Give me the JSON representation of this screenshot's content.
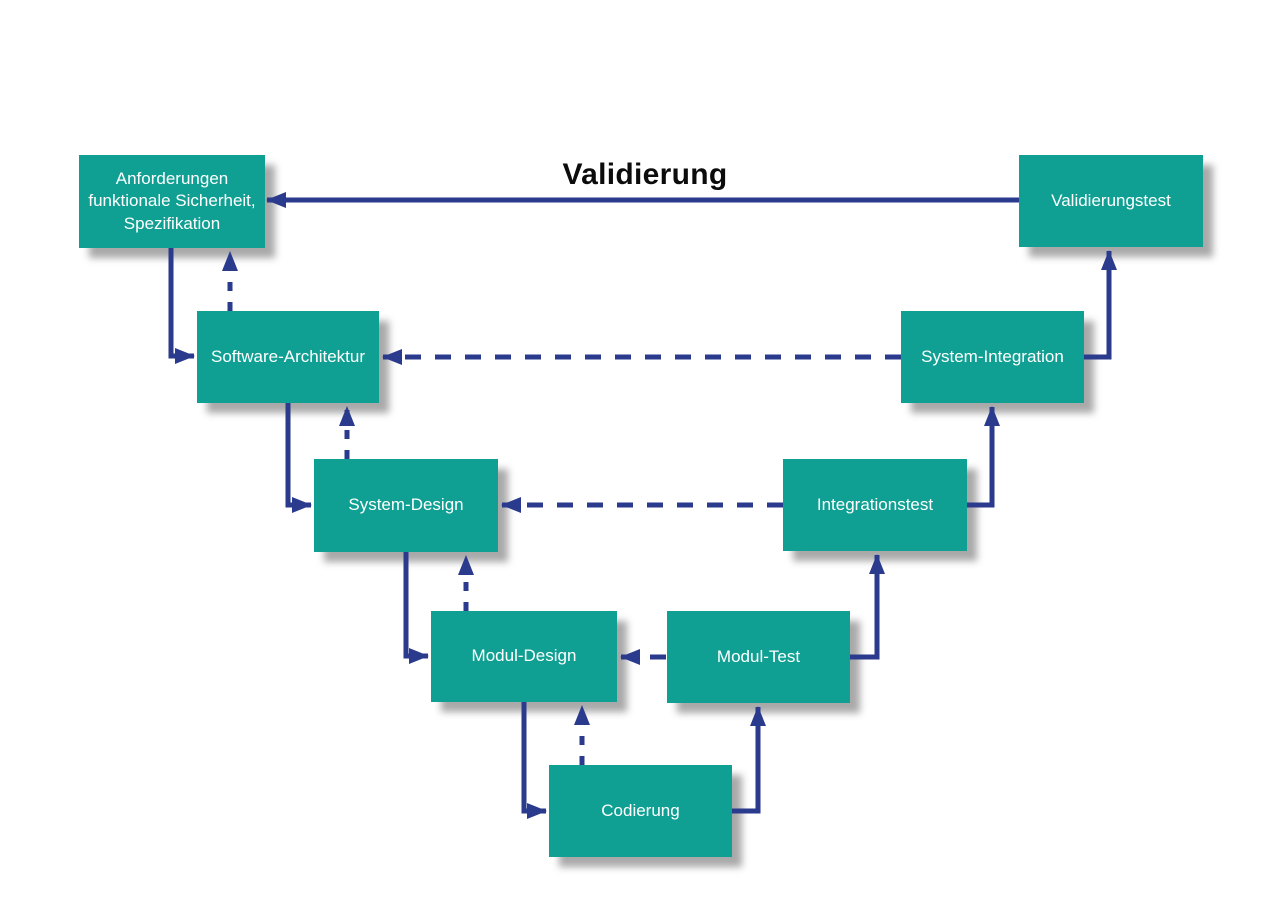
{
  "title": "Validierung",
  "colors": {
    "box_fill": "#0FA093",
    "box_text": "#FFFFFF",
    "arrow_color": "#2A3A8C",
    "title_color": "#0C0C0C"
  },
  "nodes": [
    {
      "id": "anforderungen",
      "label": "Anforderungen\nfunktionale Sicherheit,\nSpezifikation"
    },
    {
      "id": "validierungstest",
      "label": "Validierungstest"
    },
    {
      "id": "software-architektur",
      "label": "Software-Architektur"
    },
    {
      "id": "system-integration",
      "label": "System-Integration"
    },
    {
      "id": "system-design",
      "label": "System-Design"
    },
    {
      "id": "integrationstest",
      "label": "Integrationstest"
    },
    {
      "id": "modul-design",
      "label": "Modul-Design"
    },
    {
      "id": "modul-test",
      "label": "Modul-Test"
    },
    {
      "id": "codierung",
      "label": "Codierung"
    }
  ],
  "edges": [
    {
      "from": "validierungstest",
      "to": "anforderungen",
      "style": "solid",
      "label": "Validierung"
    },
    {
      "from": "anforderungen",
      "to": "software-architektur",
      "style": "solid"
    },
    {
      "from": "software-architektur",
      "to": "system-design",
      "style": "solid"
    },
    {
      "from": "system-design",
      "to": "modul-design",
      "style": "solid"
    },
    {
      "from": "modul-design",
      "to": "codierung",
      "style": "solid"
    },
    {
      "from": "codierung",
      "to": "modul-test",
      "style": "solid"
    },
    {
      "from": "modul-test",
      "to": "integrationstest",
      "style": "solid"
    },
    {
      "from": "integrationstest",
      "to": "system-integration",
      "style": "solid"
    },
    {
      "from": "system-integration",
      "to": "validierungstest",
      "style": "solid"
    },
    {
      "from": "software-architektur",
      "to": "anforderungen",
      "style": "dashed"
    },
    {
      "from": "system-design",
      "to": "software-architektur",
      "style": "dashed"
    },
    {
      "from": "modul-design",
      "to": "system-design",
      "style": "dashed"
    },
    {
      "from": "codierung",
      "to": "modul-design",
      "style": "dashed"
    },
    {
      "from": "system-integration",
      "to": "software-architektur",
      "style": "dashed"
    },
    {
      "from": "integrationstest",
      "to": "system-design",
      "style": "dashed"
    },
    {
      "from": "modul-test",
      "to": "modul-design",
      "style": "dashed"
    }
  ]
}
